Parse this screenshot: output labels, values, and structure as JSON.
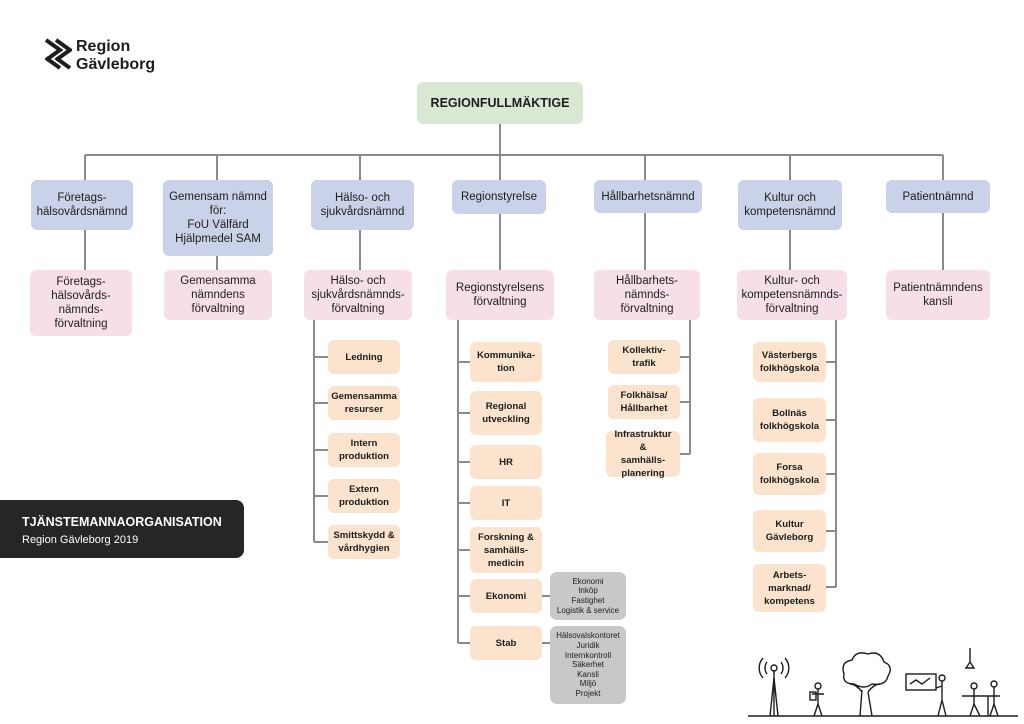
{
  "logo": {
    "line1": "Region",
    "line2": "Gävleborg"
  },
  "top": "REGIONFULLMÄKTIGE",
  "boards": [
    "Företags-\nhälsovårdsnämnd",
    "Gemensam nämnd\nför:\nFoU Välfärd\nHjälpmedel SAM",
    "Hälso- och\nsjukvårdsnämnd",
    "Regionstyrelse",
    "Hållbarhetsnämnd",
    "Kultur och\nkompetensnämnd",
    "Patientnämnd"
  ],
  "administrations": [
    "Företags-\nhälsovårds-\nnämnds-\nförvaltning",
    "Gemensamma\nnämndens\nförvaltning",
    "Hälso- och\nsjukvårdsnämnds-\nförvaltning",
    "Regionstyrelsens\nförvaltning",
    "Hållbarhets-\nnämnds-\nförvaltning",
    "Kultur- och\nkompetensnämnds-\nförvaltning",
    "Patientnämndens\nkansli"
  ],
  "hs_units": [
    "Ledning",
    "Gemensamma\nresurser",
    "Intern\nproduktion",
    "Extern\nproduktion",
    "Smittskydd &\nvårdhygien"
  ],
  "rs_units": [
    "Kommunika-\ntion",
    "Regional\nutveckling",
    "HR",
    "IT",
    "Forskning &\nsamhälls-\nmedicin",
    "Ekonomi",
    "Stab"
  ],
  "rs_sub": {
    "ekonomi": "Ekonomi\nInköp\nFastighet\nLogistik & service",
    "stab": "Hälsovalskontoret\nJuridik\nInternkontroll\nSäkerhet\nKansli\nMiljö\nProjekt"
  },
  "hb_units": [
    "Kollektiv-\ntrafik",
    "Folkhälsa/\nHållbarhet",
    "Infrastruktur &\nsamhälls-\nplanering"
  ],
  "kk_units": [
    "Västerbergs\nfolkhögskola",
    "Bollnäs\nfolkhögskola",
    "Forsa\nfolkhögskola",
    "Kultur\nGävleborg",
    "Arbets-\nmarknad/\nkompetens"
  ],
  "banner": {
    "title": "TJÄNSTEMANNAORGANISATION",
    "subtitle": "Region Gävleborg 2019"
  },
  "colors": {
    "top": "#d8e8d2",
    "board": "#c9d2e8",
    "admin": "#f6dfe9",
    "unit": "#fbe3cd",
    "sub": "#c8c8c8",
    "line": "#8a8a8a",
    "banner": "#262626"
  }
}
